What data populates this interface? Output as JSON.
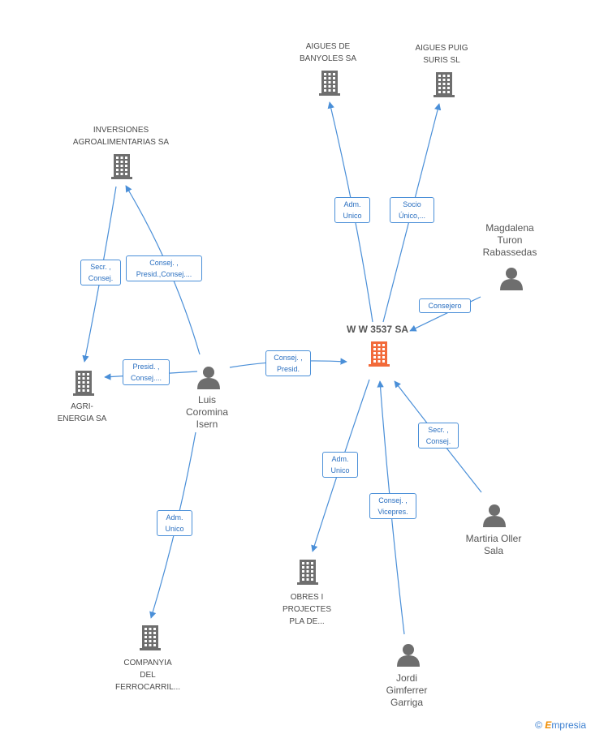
{
  "colors": {
    "edge": "#4a8fd8",
    "icon": "#6e6e6e",
    "main": "#f26a3a",
    "badge_text": "#2a6fc0"
  },
  "nodes": {
    "main": {
      "label": "W W 3537 SA",
      "icon": "building-icon"
    },
    "aigues_banyoles": {
      "label_lines": [
        "AIGUES DE",
        "BANYOLES SA"
      ],
      "icon": "building-icon"
    },
    "aigues_puig": {
      "label_lines": [
        "AIGUES PUIG",
        "SURIS SL"
      ],
      "icon": "building-icon"
    },
    "inversiones": {
      "label_lines": [
        "INVERSIONES",
        "AGROALIMENTARIAS SA"
      ],
      "icon": "building-icon"
    },
    "agri_energia": {
      "label_lines": [
        "AGRI-",
        "ENERGIA SA"
      ],
      "icon": "building-icon"
    },
    "obres": {
      "label_lines": [
        "OBRES I",
        "PROJECTES",
        "PLA DE..."
      ],
      "icon": "building-icon"
    },
    "companyia": {
      "label_lines": [
        "COMPANYIA",
        "DEL",
        "FERROCARRIL..."
      ],
      "icon": "building-icon"
    },
    "magdalena": {
      "label_lines": [
        "Magdalena",
        "Turon",
        "Rabassedas"
      ],
      "icon": "person-icon"
    },
    "luis": {
      "label_lines": [
        "Luis",
        "Coromina",
        "Isern"
      ],
      "icon": "person-icon"
    },
    "martiria": {
      "label_lines": [
        "Martiria Oller",
        "Sala"
      ],
      "icon": "person-icon"
    },
    "jordi": {
      "label_lines": [
        "Jordi",
        "Gimferrer",
        "Garriga"
      ],
      "icon": "person-icon"
    }
  },
  "edges": {
    "main_banyoles": {
      "label_lines": [
        "Adm.",
        "Unico"
      ]
    },
    "main_puig": {
      "label_lines": [
        "Socio",
        "Único,..."
      ]
    },
    "magdalena_main": {
      "label_lines": [
        "Consejero"
      ]
    },
    "luis_main": {
      "label_lines": [
        "Consej. ,",
        "Presid."
      ]
    },
    "main_obres": {
      "label_lines": [
        "Adm.",
        "Unico"
      ]
    },
    "jordi_main": {
      "label_lines": [
        "Consej. ,",
        "Vicepres."
      ]
    },
    "martiria_main": {
      "label_lines": [
        "Secr. ,",
        "Consej."
      ]
    },
    "inversiones_agri": {
      "label_lines": [
        "Secr. ,",
        "Consej."
      ]
    },
    "luis_inversiones": {
      "label_lines": [
        "Consej. ,",
        "Presid.,Consej...."
      ]
    },
    "luis_agri": {
      "label_lines": [
        "Presid. ,",
        "Consej...."
      ]
    },
    "luis_companyia": {
      "label_lines": [
        "Adm.",
        "Unico"
      ]
    }
  },
  "footer": {
    "copyright": "©",
    "brand_e": "E",
    "brand_rest": "mpresia"
  }
}
